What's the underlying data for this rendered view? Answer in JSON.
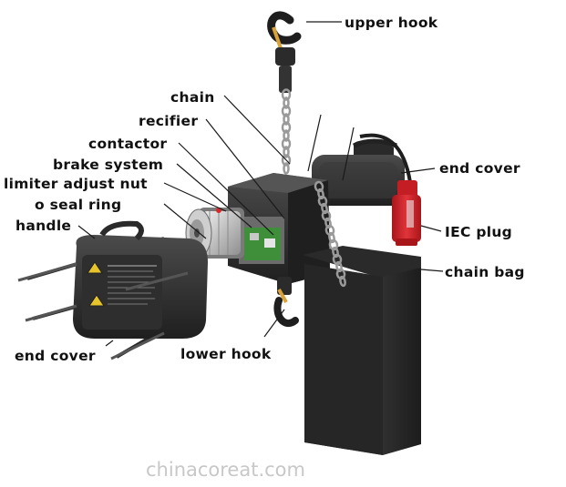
{
  "labels": {
    "upper_hook": "upper hook",
    "chain": "chain",
    "recifier": "recifier",
    "contactor": "contactor",
    "brake_system": "brake system",
    "limiter_adjust_nut": "limiter adjust nut",
    "o_seal_ring": "o seal ring",
    "handle": "handle",
    "end_cover_right": "end cover",
    "iec_plug": "IEC plug",
    "chain_bag": "chain bag",
    "lower_hook": "lower hook",
    "end_cover_left": "end cover"
  },
  "watermark": "chinacoreat.com",
  "colors": {
    "body": "#2b2b2b",
    "body_light": "#4a4a4a",
    "hook_accent": "#d9a33a",
    "plug_red": "#d8262a",
    "pcb_green": "#3f8f3a",
    "label_text": "#111111",
    "watermark": "#c8c8c8"
  }
}
